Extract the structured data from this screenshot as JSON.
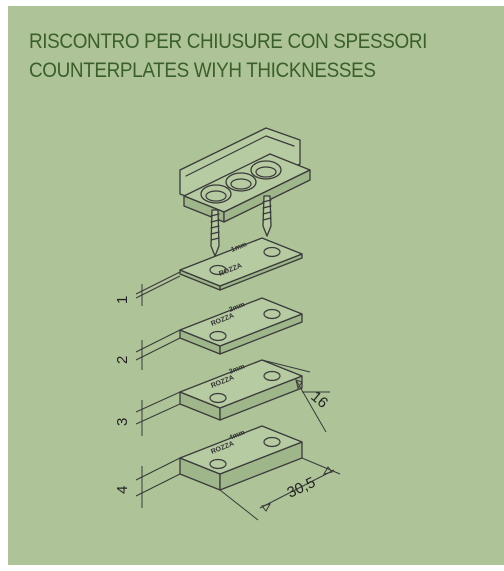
{
  "title": {
    "line1": "RISCONTRO PER CHIUSURE CON SPESSORI",
    "line2": "COUNTERPLATES WIYH THICKNESSES"
  },
  "plates": [
    {
      "label": "1",
      "etch_brand": "ROZZA",
      "etch_code": "1mm",
      "etch_num": "1"
    },
    {
      "label": "2",
      "etch_brand": "ROZZA",
      "etch_code": "2mm",
      "etch_num": "2"
    },
    {
      "label": "3",
      "etch_brand": "ROZZA",
      "etch_code": "3mm",
      "etch_num": "3"
    },
    {
      "label": "4",
      "etch_brand": "ROZZA",
      "etch_code": "4mm",
      "etch_num": "4"
    }
  ],
  "dimensions": {
    "width": "16",
    "length": "30,5"
  },
  "colors": {
    "background": "#aec498",
    "title": "#3a5f2a",
    "line": "#3a3a3a"
  }
}
